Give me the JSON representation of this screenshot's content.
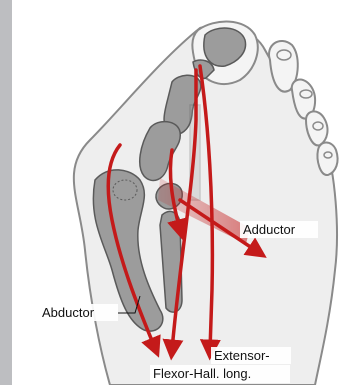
{
  "labels": {
    "adductor": "Adductor",
    "abductor": "Abductor",
    "extensor": "Extensor-",
    "flexor": "Flexor-Hall. long."
  },
  "colors": {
    "muscle_arrow": "#c41a1a",
    "bone": "#9c9c9c",
    "bone_outline": "#5a5a5a",
    "skin_outline": "#8a8a8a",
    "side_strip": "#bdbec1"
  }
}
